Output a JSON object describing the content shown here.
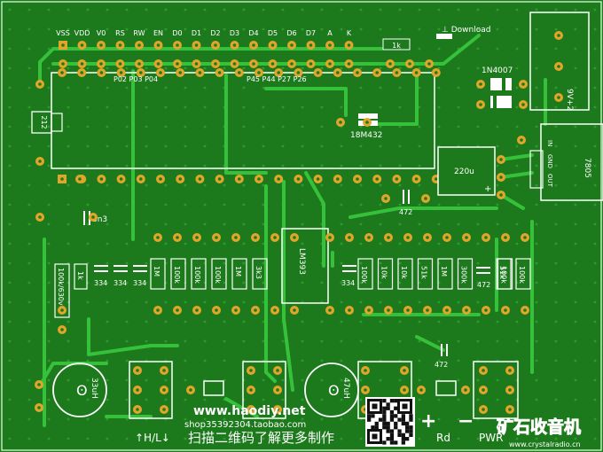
{
  "lcd_header": {
    "pins": [
      "VSS",
      "VDD",
      "V0",
      "RS",
      "RW",
      "EN",
      "D0",
      "D1",
      "D2",
      "D3",
      "D4",
      "D5",
      "D6",
      "D7",
      "A",
      "K"
    ]
  },
  "mcu": {
    "left_pins": "P02 P03 P04",
    "right_pins": "P45 P44 P27 P26"
  },
  "labels": {
    "res_1k_top": "1k",
    "download": "⊥ Download",
    "diode": "1N4007",
    "power_conn": "9V+2",
    "regulator": "7805",
    "reg_pins": [
      "IN",
      "GND",
      "OUT"
    ],
    "crystal": "18M432",
    "jumper_212": "212",
    "cap_220u": "220u",
    "cap_472_mid": "472",
    "cap_3n3": "3n3",
    "lm393": "LM393",
    "res_100k_630v": "100k/630v",
    "res_1k_small": "1k",
    "caps_334": [
      "334",
      "334",
      "334"
    ],
    "left_resistors": [
      "1M",
      "100k",
      "100k",
      "100k",
      "1M",
      "3k3"
    ],
    "cap_334_right": "334",
    "right_resistors": [
      "100k",
      "10k",
      "10k",
      "51k",
      "1M",
      "300k",
      "51k",
      "100k"
    ],
    "cap_472_right": "472",
    "cap_472_bottom": "472",
    "inductor_left": "33uH",
    "inductor_right": "47uH",
    "website": "www.haodiy.net",
    "shop": "shop35392304.taobao.com",
    "scan_hint": "扫描二维码了解更多制作",
    "hl_switch": "↑H/L↓",
    "plus": "+",
    "minus": "−",
    "rd": "Rd",
    "pwr": "PWR",
    "brand": "矿石收音机",
    "brand_url": "www.crystalradio.cn"
  },
  "colors": {
    "board": "#1c7a1c",
    "copper": "#35c23a",
    "silkscreen": "#ffffff",
    "pad": "#e2a52a",
    "brand_red": "#e02020"
  }
}
